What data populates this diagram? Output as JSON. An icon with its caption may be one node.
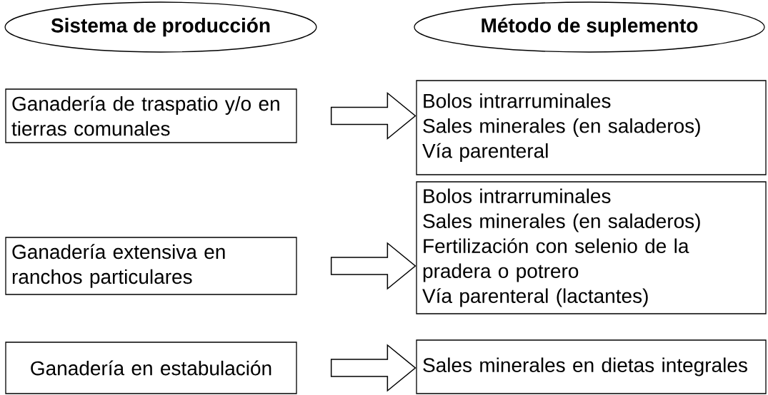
{
  "diagram": {
    "nodes": [
      {
        "text": [
          "Sistema de producción"
        ]
      },
      {
        "text": [
          "Método de suplemento"
        ]
      },
      {
        "text": [
          "Ganadería de traspatio y/o en tierras comunales"
        ]
      },
      {
        "text": [
          "Bolos intrarruminales",
          "Sales minerales (en saladeros)",
          "Vía parenteral"
        ]
      },
      {
        "text": [
          "Ganadería extensiva en ranchos particulares"
        ]
      },
      {
        "text": [
          "Bolos intrarruminales",
          "Sales minerales (en saladeros)",
          "Fertilización con selenio de la pradera o potrero",
          "Vía parenteral (lactantes)"
        ]
      },
      {
        "text": [
          "Ganadería en estabulación"
        ]
      },
      {
        "text": [
          "Sales minerales en dietas integrales"
        ]
      }
    ],
    "edges": [
      {
        "from": 2,
        "to": 3,
        "arrow": "to"
      },
      {
        "from": 4,
        "to": 5,
        "arrow": "to"
      },
      {
        "from": 6,
        "to": 7,
        "arrow": "to"
      }
    ]
  }
}
